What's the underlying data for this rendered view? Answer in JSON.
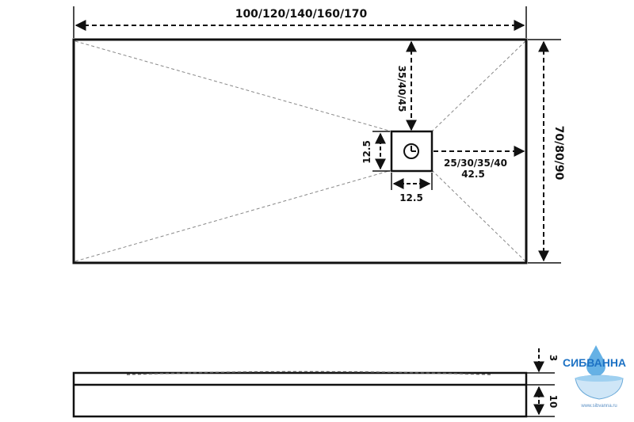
{
  "dimensions": {
    "width": "100/120/140/160/170",
    "depth": "70/80/90",
    "drain_from_top": "35/40/45",
    "drain_from_right_1": "25/30/35/40",
    "drain_from_right_2": "42.5",
    "drain_box_height": "12.5",
    "drain_box_width": "12.5",
    "profile_top": "3",
    "profile_height": "10"
  },
  "brand": {
    "name": "СИБВАННА",
    "url": "www.sibvanna.ru",
    "color": "#1d72c4"
  },
  "icons": {
    "drain": "drain-clock-icon",
    "logo": "bathtub-drop-logo-icon"
  }
}
